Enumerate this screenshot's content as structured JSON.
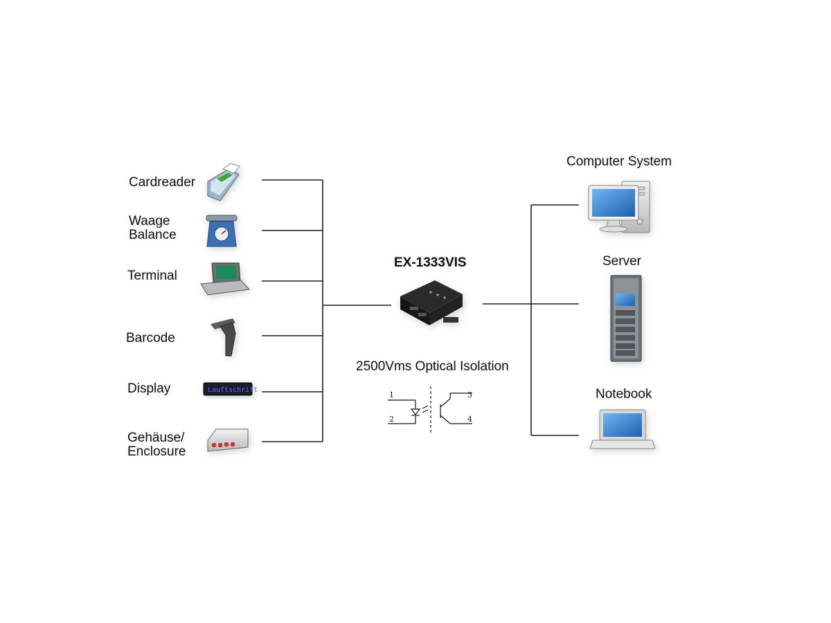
{
  "title": "EX-1333VIS",
  "isolation_label": "2500Vms Optical Isolation",
  "left_devices": [
    {
      "line1": "Cardreader",
      "line2": "",
      "icon": "cardreader-icon"
    },
    {
      "line1": "Waage",
      "line2": "Balance",
      "icon": "scale-icon"
    },
    {
      "line1": "Terminal",
      "line2": "",
      "icon": "terminal-icon"
    },
    {
      "line1": "Barcode",
      "line2": "",
      "icon": "barcode-scanner-icon"
    },
    {
      "line1": "Display",
      "line2": "",
      "icon": "led-display-icon"
    },
    {
      "line1": "Gehäuse/",
      "line2": "Enclosure",
      "icon": "enclosure-icon"
    }
  ],
  "right_devices": [
    {
      "label": "Computer System",
      "icon": "desktop-computer-icon"
    },
    {
      "label": "Server",
      "icon": "server-rack-icon"
    },
    {
      "label": "Notebook",
      "icon": "notebook-icon"
    }
  ],
  "display_text": "Lauftschrift",
  "optocoupler": {
    "pins": [
      "1",
      "2",
      "3",
      "4"
    ]
  },
  "colors": {
    "line": "#1a1a1a",
    "screen": "#2f7fd0",
    "device": "#1c1c1c"
  }
}
